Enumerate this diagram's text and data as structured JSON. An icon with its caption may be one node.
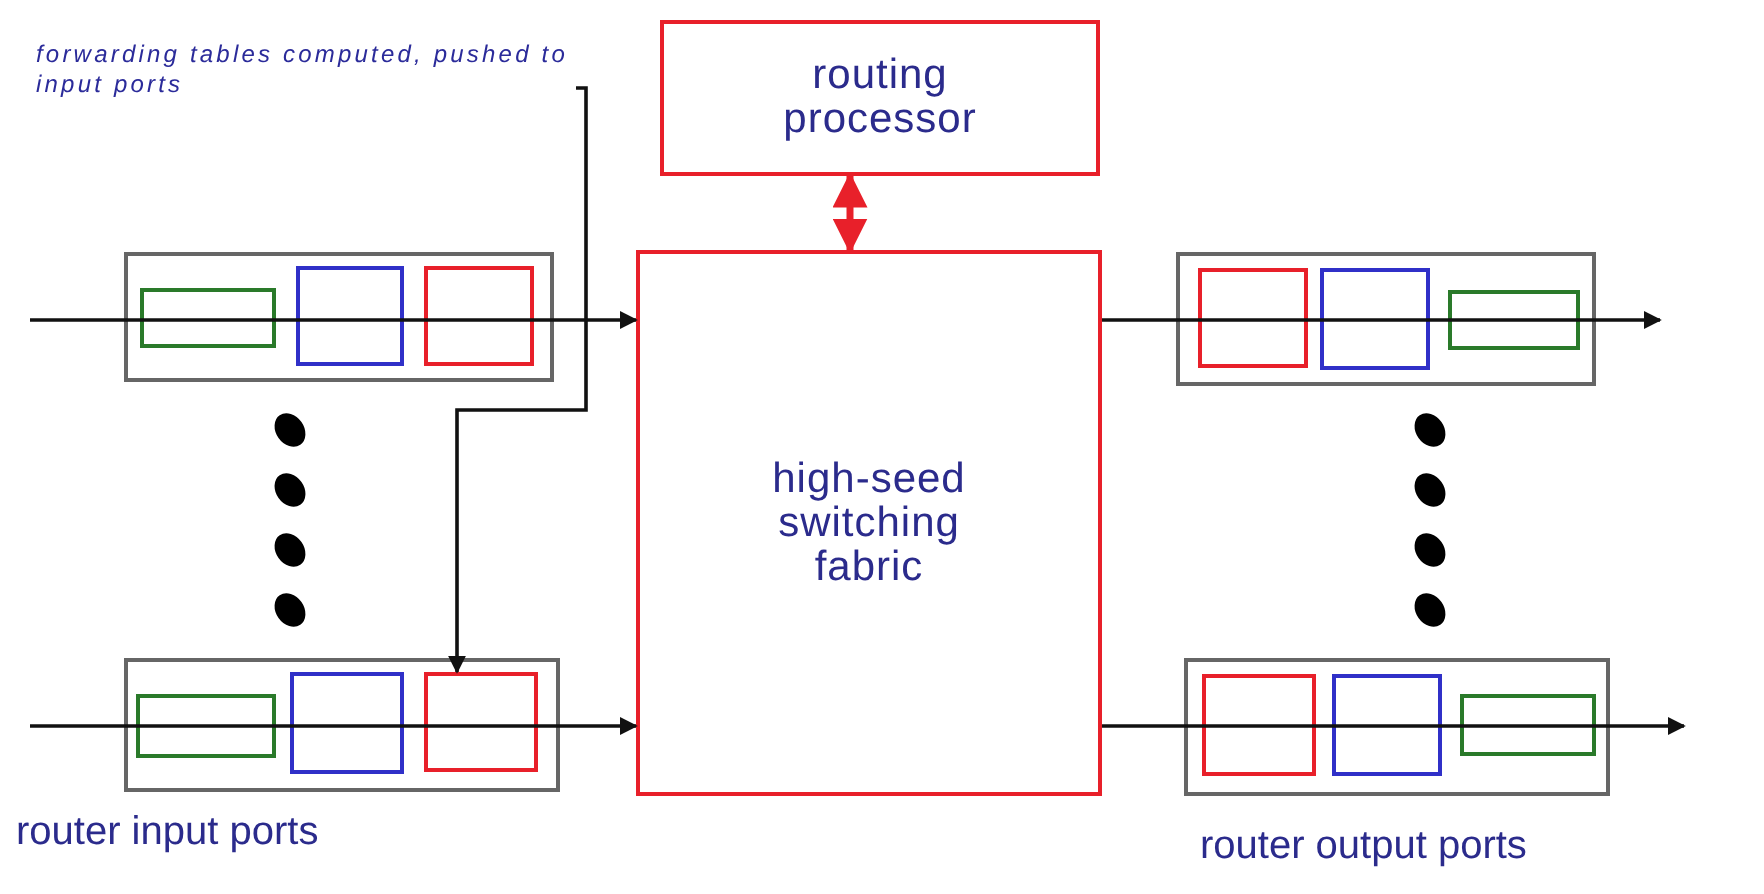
{
  "diagram": {
    "nodes": [
      {
        "text": [
          "routing processor"
        ]
      },
      {
        "text": [
          "high-seed switching fabric"
        ]
      },
      {
        "text": [],
        "shape": "box"
      },
      {
        "text": [],
        "shape": "box",
        "in": 2
      },
      {
        "text": [],
        "shape": "box",
        "in": 2
      },
      {
        "text": [],
        "shape": "box",
        "in": 2
      },
      {
        "text": [],
        "shape": "box"
      },
      {
        "text": [],
        "shape": "box",
        "in": 6
      },
      {
        "text": [],
        "shape": "box",
        "in": 6
      },
      {
        "text": [],
        "shape": "box",
        "in": 6
      },
      {
        "text": [],
        "shape": "box"
      },
      {
        "text": [],
        "shape": "box",
        "in": 10
      },
      {
        "text": [],
        "shape": "box",
        "in": 10
      },
      {
        "text": [],
        "shape": "box",
        "in": 10
      },
      {
        "text": [],
        "shape": "box"
      },
      {
        "text": [],
        "shape": "box",
        "in": 14
      },
      {
        "text": [],
        "shape": "box",
        "in": 14
      },
      {
        "text": [],
        "shape": "box",
        "in": 14
      },
      {
        "text": [
          "forwarding tables computed, pushed to input ports"
        ]
      }
    ],
    "edges": [
      {
        "from": null,
        "to": 1,
        "arrow": "to"
      },
      {
        "from": null,
        "to": 1,
        "arrow": "to"
      },
      {
        "from": 1,
        "to": null,
        "arrow": "to"
      },
      {
        "from": 1,
        "to": null,
        "arrow": "to"
      },
      {
        "from": 0,
        "to": 1,
        "arrow": "both",
        "color": "#e8202a",
        "style": "thick"
      },
      {
        "from": 18,
        "to": 9,
        "arrow": "to"
      }
    ],
    "labels": [
      "router input ports",
      "router output ports"
    ]
  }
}
